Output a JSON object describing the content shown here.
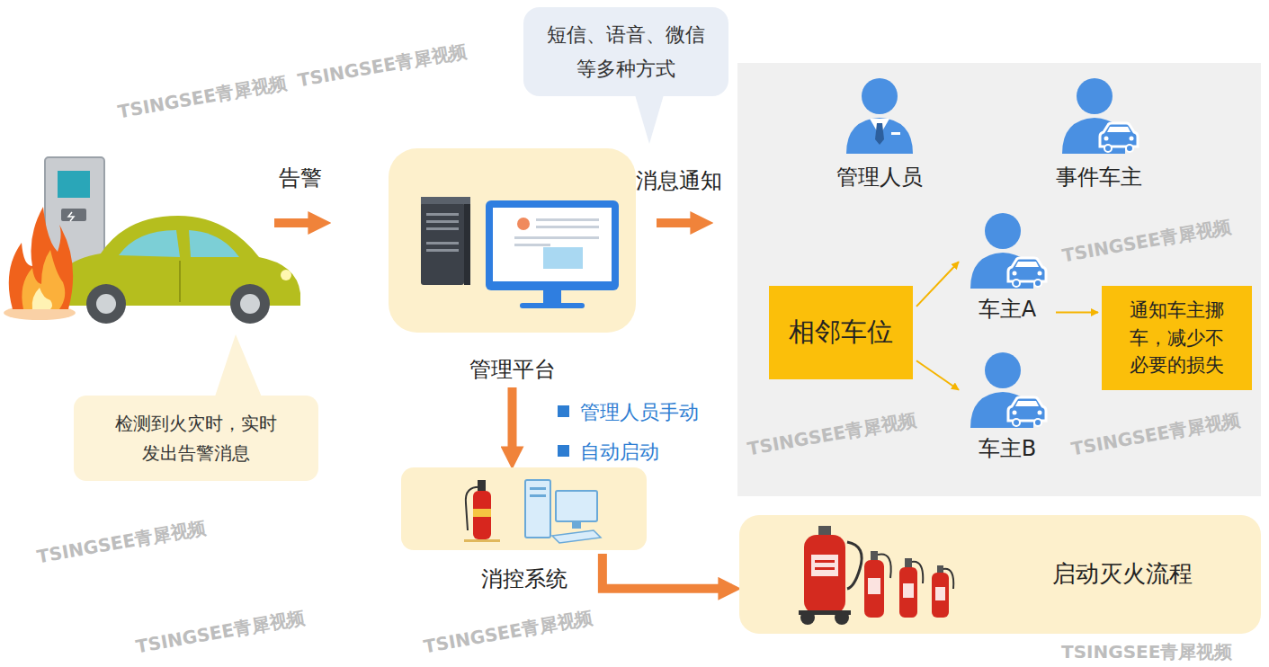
{
  "diagram": {
    "nodes": [
      {
        "text": [
          "检测到火灾时，实时 发出告警消息"
        ]
      },
      {
        "text": [
          "管理平台"
        ]
      },
      {
        "text": [
          "短信、语音、微信 等多种方式"
        ]
      },
      {
        "text": [
          "管理人员"
        ]
      },
      {
        "text": [
          "事件车主"
        ]
      },
      {
        "text": [
          "相邻车位"
        ]
      },
      {
        "text": [
          "车主A"
        ]
      },
      {
        "text": [
          "车主B"
        ]
      },
      {
        "text": [
          "通知车主挪 车，减少不 必要的损失"
        ]
      },
      {
        "text": [
          "消控系统"
        ]
      },
      {
        "text": [
          "启动灭火流程"
        ]
      }
    ],
    "edges": [
      {
        "from": 5,
        "to": 6,
        "arrow": "to"
      },
      {
        "from": 5,
        "to": 7,
        "arrow": "to"
      },
      {
        "from": 6,
        "to": 8,
        "arrow": "to"
      },
      {
        "from": 1,
        "to": 9,
        "arrow": "to"
      },
      {
        "from": 9,
        "to": 10,
        "arrow": "to"
      }
    ],
    "labels": [
      "告警",
      "消息通知",
      "管理人员手动",
      "自动启动",
      "TSINGSEE青犀视频",
      "TSINGSEE青犀视频",
      "TSINGSEE青犀视频",
      "TSINGSEE青犀视频",
      "TSINGSEE青犀视频",
      "TSINGSEE青犀视频",
      "TSINGSEE青犀视频",
      "TSINGSEE青犀视频",
      "TSINGSEE青犀视频"
    ]
  }
}
